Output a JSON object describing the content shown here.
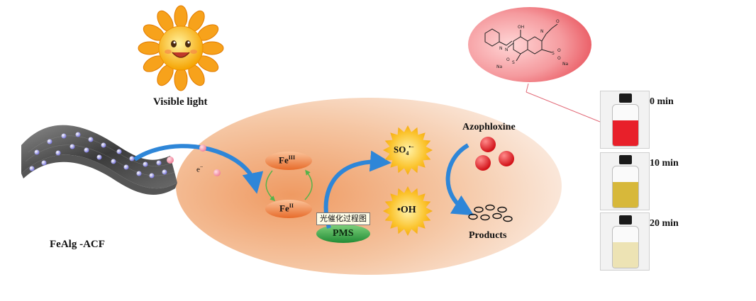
{
  "labels": {
    "visible_light": "Visible light",
    "catalyst": "FeAlg -ACF",
    "electron": "e",
    "fe3": "Fe",
    "fe3_sup": "III",
    "fe2": "Fe",
    "fe2_sup": "II",
    "pms": "PMS",
    "sulfate_radical": "SO",
    "sulfate_sub": "4",
    "hydroxyl_radical": "•OH",
    "pollutant": "Azophloxine",
    "products": "Products",
    "tooltip": "光催化过程图"
  },
  "vials": [
    {
      "time": "0 min",
      "liquid": "#e8202a"
    },
    {
      "time": "10 min",
      "liquid": "#d7b83a"
    },
    {
      "time": "20 min",
      "liquid": "#ede3b4"
    }
  ],
  "colors": {
    "ellipse_main": "#f2a06a",
    "molecule_bg": "#ec6a72",
    "fe_oval": "#f08a4c",
    "pms_oval": "#3fae4f",
    "starburst": "#f7b51a",
    "arrow_blue": "#2e86d8",
    "sphere_red": "#e31e24"
  },
  "icons": [
    "sun-icon",
    "catalyst-sheet-icon",
    "electron-icon",
    "starburst-icon",
    "molecule-structure-icon",
    "vial-icon"
  ]
}
